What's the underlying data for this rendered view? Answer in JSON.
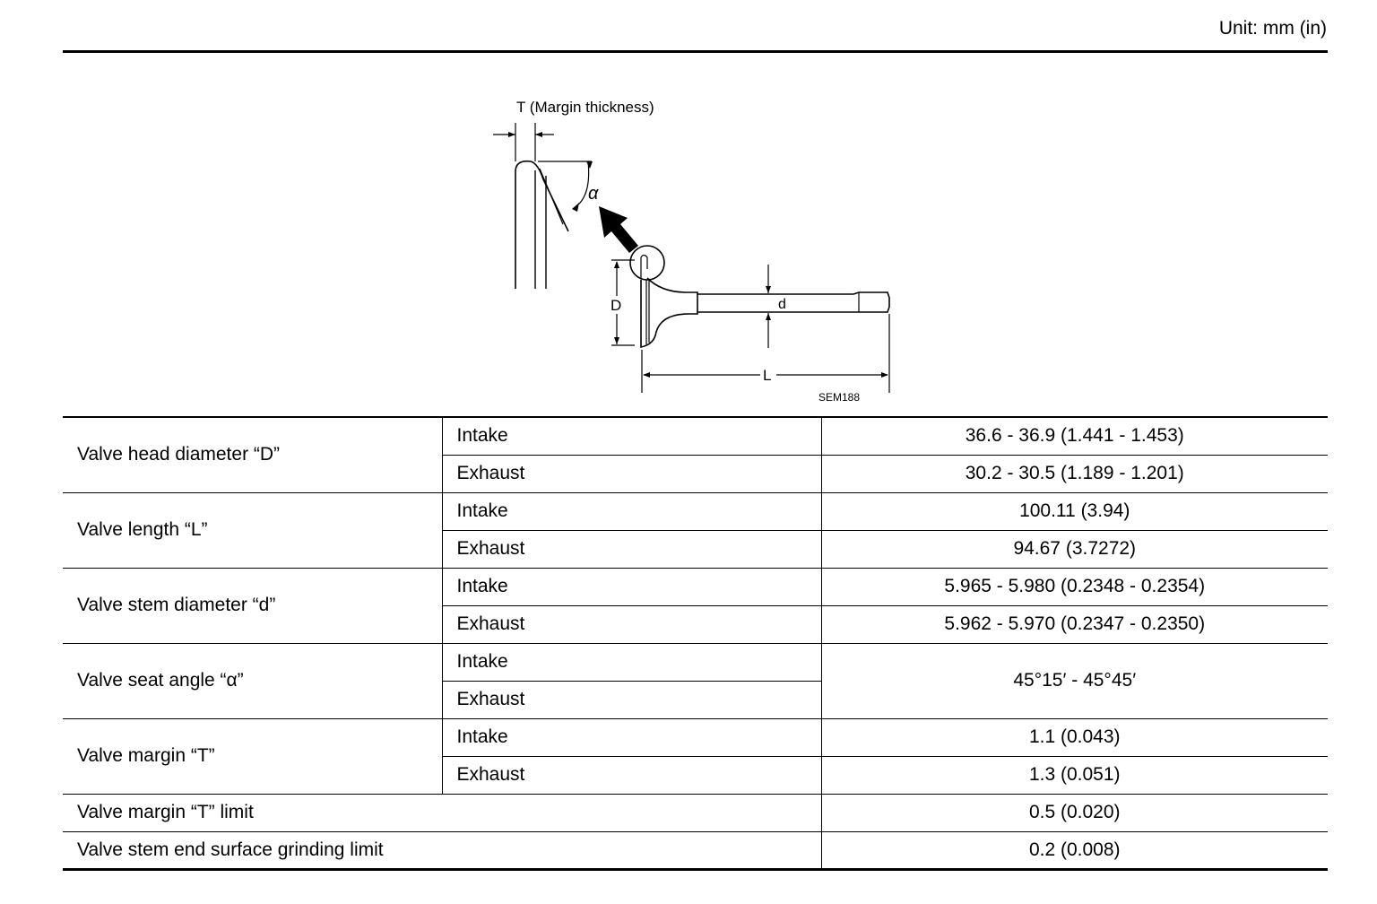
{
  "unit_label": "Unit: mm (in)",
  "diagram": {
    "margin_label": "T (Margin thickness)",
    "alpha_label": "α",
    "d_big_label": "D",
    "d_small_label": "d",
    "l_label": "L",
    "figure_code": "SEM188"
  },
  "table": {
    "rows": [
      {
        "param": "Valve head diameter “D”",
        "intake": "Intake",
        "intake_value": "36.6 - 36.9 (1.441 - 1.453)",
        "exhaust": "Exhaust",
        "exhaust_value": "30.2 - 30.5 (1.189 - 1.201)"
      },
      {
        "param": "Valve length “L”",
        "intake": "Intake",
        "intake_value": "100.11 (3.94)",
        "exhaust": "Exhaust",
        "exhaust_value": "94.67 (3.7272)"
      },
      {
        "param": "Valve stem diameter “d”",
        "intake": "Intake",
        "intake_value": "5.965 - 5.980 (0.2348 - 0.2354)",
        "exhaust": "Exhaust",
        "exhaust_value": "5.962 - 5.970 (0.2347 - 0.2350)"
      },
      {
        "param": "Valve seat angle “α”",
        "intake": "Intake",
        "exhaust": "Exhaust",
        "shared_value": "45°15′ - 45°45′"
      },
      {
        "param": "Valve margin “T”",
        "intake": "Intake",
        "intake_value": "1.1 (0.043)",
        "exhaust": "Exhaust",
        "exhaust_value": "1.3 (0.051)"
      }
    ],
    "margin_limit_label": "Valve margin “T” limit",
    "margin_limit_value": "0.5 (0.020)",
    "grinding_limit_label": "Valve stem end surface grinding limit",
    "grinding_limit_value": "0.2 (0.008)"
  }
}
